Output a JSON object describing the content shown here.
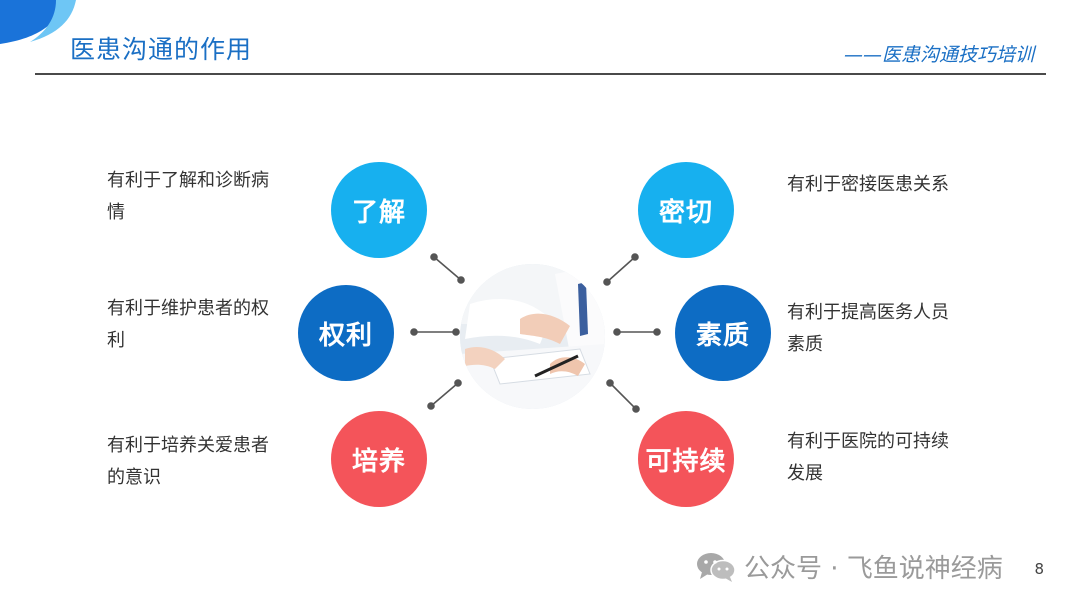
{
  "header": {
    "title": "医患沟通的作用",
    "subtitle": "——医患沟通技巧培训"
  },
  "items": [
    {
      "label": "了解",
      "description": "有利于了解和诊断病情",
      "color": "#17b0ef"
    },
    {
      "label": "权利",
      "description": "有利于维护患者的权利",
      "color": "#0d6cc4"
    },
    {
      "label": "培养",
      "description": "有利于培养关爱患者的意识",
      "color": "#f4545a"
    },
    {
      "label": "密切",
      "description": "有利于密接医患关系",
      "color": "#17b0ef"
    },
    {
      "label": "素质",
      "description": "有利于提高医务人员素质",
      "color": "#0d6cc4"
    },
    {
      "label": "可持续",
      "description": "有利于医院的可持续发展",
      "color": "#f4545a"
    }
  ],
  "watermark": {
    "text": "公众号 · 飞鱼说神经病",
    "icon": "wechat-icon"
  },
  "footer": {
    "page_number": "8"
  },
  "colors": {
    "accent": "#1a6fc4",
    "light_blue": "#17b0ef",
    "dark_blue": "#0d6cc4",
    "red": "#f4545a"
  }
}
